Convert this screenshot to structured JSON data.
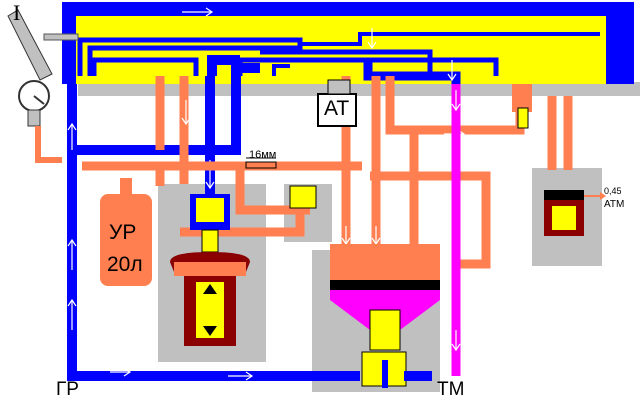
{
  "labels": {
    "roman_one": "I",
    "at": "АТ",
    "ur_line1": "УР",
    "ur_line2": "20л",
    "dim_16mm": "16мм",
    "pressure_value": "0,45",
    "pressure_unit": "АТМ",
    "gr": "ГР",
    "tm": "ТМ"
  },
  "colors": {
    "blue": "#0000ff",
    "yellow": "#ffff00",
    "orange": "#ff7f50",
    "magenta": "#ff00ff",
    "gray": "#c0c0c0",
    "dark_red": "#8b0000",
    "white": "#ffffff",
    "black": "#000000"
  }
}
